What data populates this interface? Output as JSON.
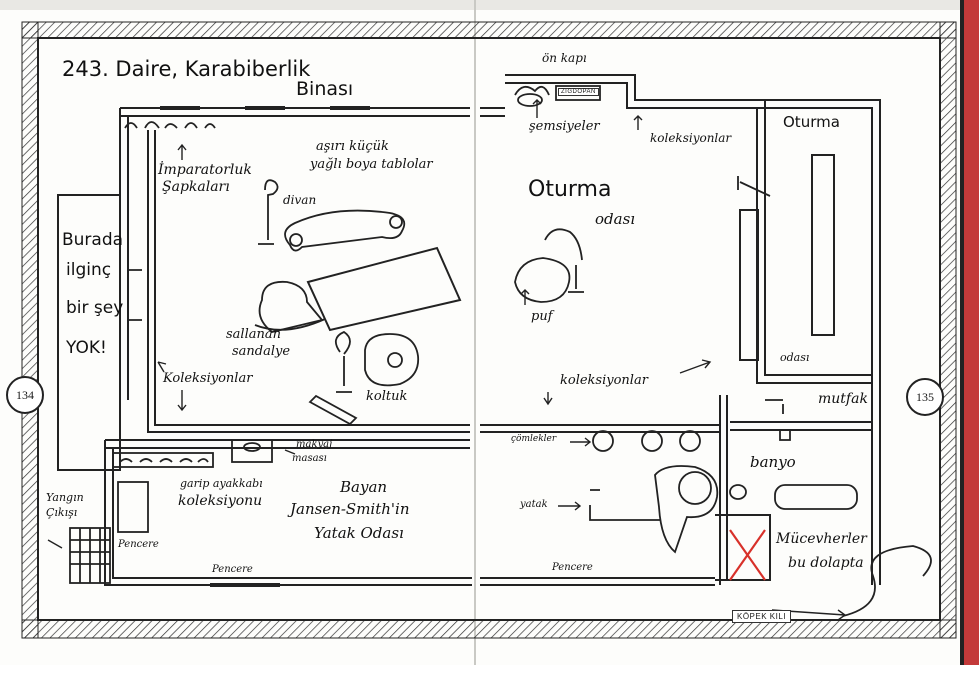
{
  "title": "243. Daire, Karabiberlik",
  "title_line2": "Binası",
  "page_left": "134",
  "page_right": "135",
  "labels": {
    "imparatorluk_1": "İmparatorluk",
    "imparatorluk_2": "Şapkaları",
    "asiri_1": "aşırı küçük",
    "asiri_2": "yağlı boya tablolar",
    "divan": "divan",
    "burada": [
      "Burada",
      "ilginç",
      "bir şey",
      "YOK!"
    ],
    "sallanan_1": "sallanan",
    "sallanan_2": "sandalye",
    "koleksiyonlar_left": "Koleksiyonlar",
    "koltuk": "koltuk",
    "makyaj_1": "makyaj",
    "makyaj_2": "masası",
    "garip_1": "garip ayakkabı",
    "garip_2": "koleksiyonu",
    "bayan_1": "Bayan",
    "bayan_2": "Jansen-Smith'in",
    "bayan_3": "Yatak Odası",
    "yangin_1": "Yangın",
    "yangin_2": "Çıkışı",
    "pencere_1": "Pencere",
    "pencere_2": "Pencere",
    "pencere_3": "Pencere",
    "on_kapi": "ön kapı",
    "semsiyeler": "şemsiyeler",
    "koleksiyonlar_top": "koleksiyonlar",
    "oturma_big_1": "Oturma",
    "oturma_big_2": "odası",
    "oturma_right": "Oturma",
    "odasi_right": "odası",
    "puf": "puf",
    "koleksiyonlar_mid": "koleksiyonlar",
    "mutfak": "mutfak",
    "banyo": "banyo",
    "comlekler": "çömlekler",
    "yatak": "yatak",
    "mucevher_1": "Mücevherler",
    "mucevher_2": "bu dolapta",
    "kopek_kili": "KÖPEK KILI",
    "doormat": "ZIGDOPAN"
  },
  "colors": {
    "ink": "#1a1a1a",
    "mark": "#d8312a",
    "paper": "#fdfdfb"
  }
}
